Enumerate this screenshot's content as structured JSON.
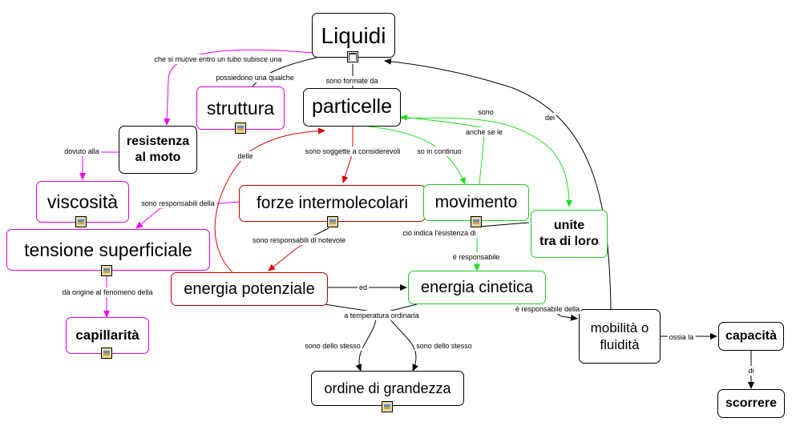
{
  "colors": {
    "black": "#000000",
    "red": "#cc0000",
    "green": "#22dd22",
    "magenta": "#ee00ee"
  },
  "nodes": {
    "liquidi": "Liquidi",
    "particelle": "particelle",
    "struttura": "struttura",
    "resistenza": "resistenza\nal moto",
    "viscosita": "viscosità",
    "tensione": "tensione superficiale",
    "capillarita": "capillarità",
    "forze": "forze intermolecolari",
    "movimento": "movimento",
    "unite": "unite\ntra di loro",
    "energia_potenziale": "energia potenziale",
    "energia_cinetica": "energia cinetica",
    "ordine": "ordine di grandezza",
    "mobilita": "mobilità o\nfluidità",
    "capacita": "capacità",
    "scorrere": "scorrere"
  },
  "labels": {
    "subisce": "che si muove entro un tubo subisce una",
    "possiedono": "possiedono una qualche",
    "formate": "sono formate da",
    "dovuto": "dovuto alla",
    "delle": "delle",
    "soggette": "sono soggette a considerevoli",
    "continuo": "so in continuo",
    "sono": "sono",
    "anche": "anche se le",
    "dei": "dei",
    "responsabili_della": "sono responsabili della",
    "responsabili_notevole": "sono responsabili di notevole",
    "indica": "ciò indica l'esistenza di",
    "responsabile": "è responsabile",
    "ed": "ed",
    "origine": "dà origine al fenomeno della",
    "temperatura": "a temperatura ordinaria",
    "stesso1": "sono dello stesso",
    "stesso2": "sono dello stesso",
    "responsabile_della": "è responsabile della",
    "ossia": "ossia la",
    "di": "di"
  },
  "icons": {
    "tree": "concept-map-icon",
    "image": "image-resource-icon"
  }
}
